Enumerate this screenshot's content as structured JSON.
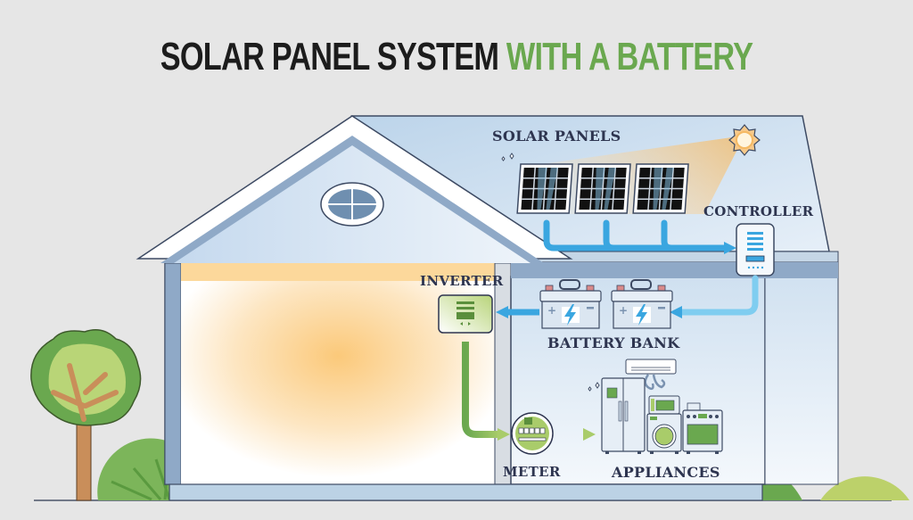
{
  "title": {
    "part1": "SOLAR PANEL SYSTEM",
    "part2": "WITH A BATTERY"
  },
  "labels": {
    "solar_panels": "SOLAR PANELS",
    "controller": "CONTROLLER",
    "inverter": "INVERTER",
    "battery_bank": "BATTERY BANK",
    "meter": "METER",
    "appliances": "APPLIANCES"
  },
  "colors": {
    "background": "#e6e6e6",
    "title_dark": "#1c1c1c",
    "title_accent": "#6aa84f",
    "label": "#2e3550",
    "dc_flow": "#3aa6e0",
    "ac_flow": "#6aa84f",
    "sunlight": "#f7c98a"
  },
  "components": {
    "solar_panel_count": 3,
    "battery_count": 2,
    "appliances": [
      "refrigerator",
      "air-conditioner",
      "microwave",
      "washing-machine",
      "stove"
    ]
  },
  "flow": [
    "SOLAR PANELS",
    "CONTROLLER",
    "BATTERY BANK",
    "INVERTER",
    "METER",
    "APPLIANCES"
  ]
}
